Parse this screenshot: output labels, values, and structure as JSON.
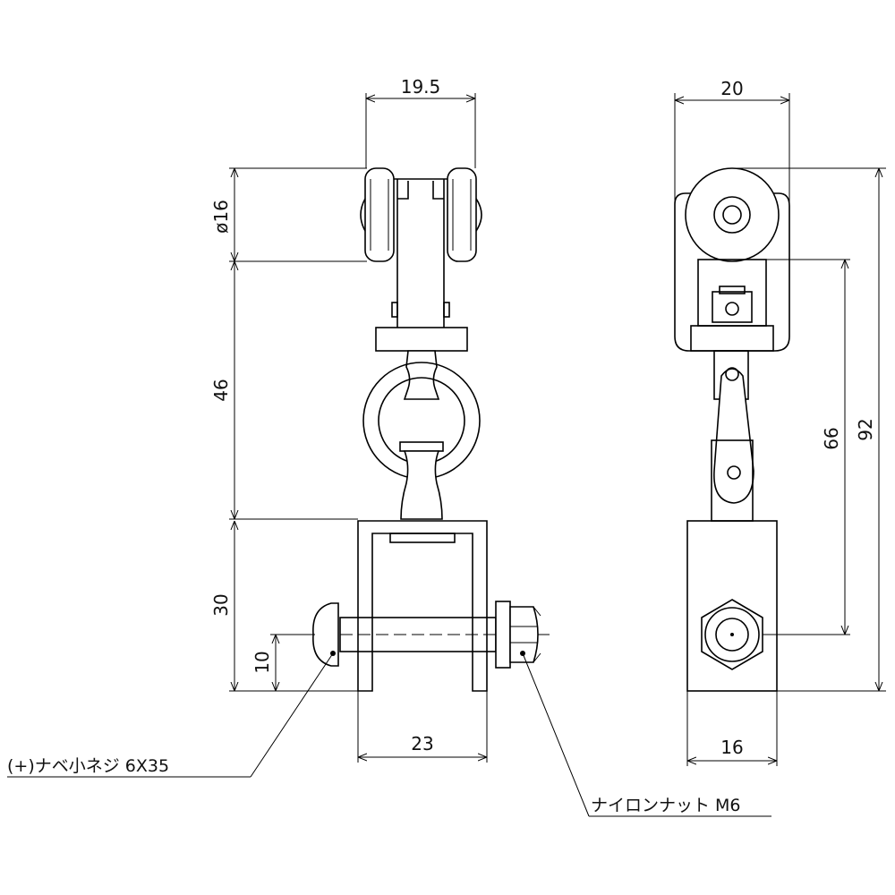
{
  "dimensions": {
    "wheel_spacing": "19.5",
    "wheel_diameter": "ø16",
    "swivel_height": "46",
    "bracket_height": "30",
    "bolt_offset": "10",
    "bracket_width": "23",
    "side_width": "20",
    "overall_height": "92",
    "roller_to_bolt": "66",
    "block_width": "16"
  },
  "callouts": {
    "screw": "(+)ナベ小ネジ 6X35",
    "nut": "ナイロンナット M6"
  }
}
